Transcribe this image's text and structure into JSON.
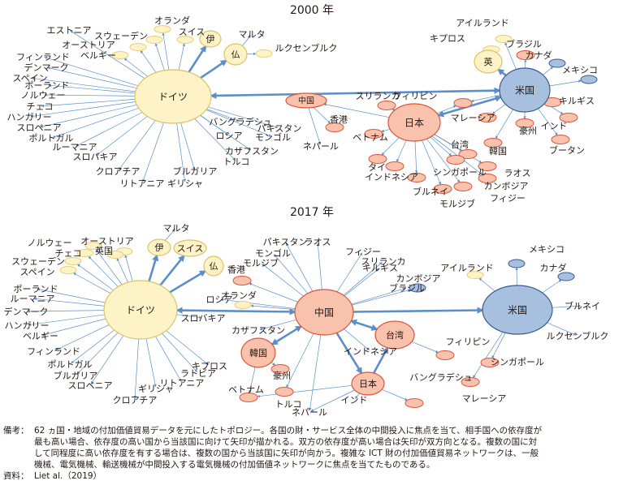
{
  "colors": {
    "edge": "#5b8fc9",
    "germany_fill": "#fdf3c7",
    "germany_stroke": "#d9c36a",
    "small_yellow_fill": "#fdf3c7",
    "small_yellow_stroke": "#e3cf7a",
    "us_fill": "#a8c0e0",
    "us_stroke": "#3a5a8c",
    "small_blue_fill": "#a8c0e0",
    "small_blue_stroke": "#3a5a8c",
    "asia_fill": "#f8c2ad",
    "asia_stroke": "#d9553a",
    "text": "#231815"
  },
  "panels": [
    {
      "title": "2000 年",
      "hubs": [
        {
          "id": "de",
          "label": "ドイツ",
          "group": "yellow"
        },
        {
          "id": "us",
          "label": "米国",
          "group": "blue"
        },
        {
          "id": "jp",
          "label": "日本",
          "group": "asia"
        },
        {
          "id": "cn",
          "label": "中国",
          "group": "asia"
        },
        {
          "id": "uk",
          "label": "英",
          "group": "yellow"
        },
        {
          "id": "fr",
          "label": "仏",
          "group": "yellow"
        },
        {
          "id": "it",
          "label": "伊",
          "group": "yellow"
        }
      ],
      "country_labels": [
        "エストニア",
        "オランダ",
        "スイス",
        "スウェーデン",
        "オーストリア",
        "フィンランド",
        "ベルギー",
        "デンマーク",
        "スペイン",
        "ポーランド",
        "ノルウェー",
        "チェコ",
        "ハンガリー",
        "スロベニア",
        "ポルトガル",
        "ルーマニア",
        "スロバキア",
        "クロアチア",
        "リトアニア",
        "ブルガリア",
        "ギリシャ",
        "トルコ",
        "カザフスタン",
        "ロシア",
        "バングラデシュ",
        "モンゴル",
        "パキスタン",
        "ネパール",
        "香港",
        "マルタ",
        "ルクセンブルク",
        "キプロス",
        "アイルランド",
        "ブラジル",
        "カナダ",
        "メキシコ",
        "キルギス",
        "インド",
        "ブータン",
        "豪州",
        "マレーシア",
        "韓国",
        "台湾",
        "ラオス",
        "カンボジア",
        "フィジー",
        "シンガポール",
        "モルジブ",
        "ブルネイ",
        "インドネシア",
        "タイ",
        "ベトナム",
        "フィリピン",
        "スリランカ"
      ]
    },
    {
      "title": "2017 年",
      "hubs": [
        {
          "id": "de",
          "label": "ドイツ",
          "group": "yellow"
        },
        {
          "id": "cn",
          "label": "中国",
          "group": "asia"
        },
        {
          "id": "us",
          "label": "米国",
          "group": "blue"
        },
        {
          "id": "kr",
          "label": "韓国",
          "group": "asia"
        },
        {
          "id": "tw",
          "label": "台湾",
          "group": "asia"
        },
        {
          "id": "jp",
          "label": "日本",
          "group": "asia"
        },
        {
          "id": "it",
          "label": "伊",
          "group": "yellow"
        },
        {
          "id": "ch",
          "label": "スイス",
          "group": "yellow"
        },
        {
          "id": "fr",
          "label": "仏",
          "group": "yellow"
        }
      ],
      "country_labels": [
        "マルタ",
        "オーストリア",
        "ノルウェー",
        "チェコ",
        "英国",
        "スウェーデン",
        "スペイン",
        "ポーランド",
        "ルーマニア",
        "デンマーク",
        "ハンガリー",
        "ベルギー",
        "フィンランド",
        "ポルトガル",
        "ブルガリア",
        "スロベニア",
        "クロアチア",
        "ギリシャ",
        "リトアニア",
        "ラトビア",
        "キプロス",
        "スロバキア",
        "ロシア",
        "カザフスタン",
        "オランダ",
        "香港",
        "モルジブ",
        "モンゴル",
        "パキスタン",
        "ラオス",
        "フィジー",
        "スリランカ",
        "キルギス",
        "カンボジア",
        "ブラジル",
        "アイルランド",
        "メキシコ",
        "カナダ",
        "ブルネイ",
        "ルクセンブルク",
        "フィリピン",
        "シンガポール",
        "マレーシア",
        "バングラデシュ",
        "インドネシア",
        "インド",
        "ネパール",
        "トルコ",
        "豪州",
        "ベトナム"
      ]
    }
  ],
  "notes": {
    "label_notes": "備考：",
    "notes_lines": [
      "62 ヵ国・地域の付加価値貿易データを元にしたトポロジー。各国の財・サービス全体の中間投入に焦点を当て、相手国への依存度が",
      "最も高い場合、依存度の高い国から当該国に向けて矢印が描かれる。双方の依存度が高い場合は矢印が双方向となる。複数の国に対",
      "して同程度に高い依存度を有する場合は、複数の国から当該国に矢印が向かう。複雑な ICT 財の付加価値貿易ネットワークは、一般",
      "機械、電気機械、輸送機械が中間投入する電気機械の付加価値ネットワークに焦点を当てたものである。"
    ],
    "label_source": "資料：",
    "source": "Liet al.（2019）"
  }
}
